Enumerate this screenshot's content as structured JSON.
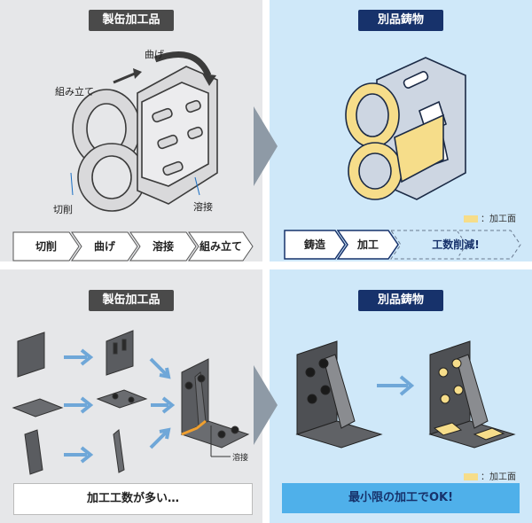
{
  "top": {
    "left_tag": "製缶加工品",
    "right_tag": "別品鋳物",
    "labels": {
      "bend": "曲げ",
      "assemble": "組み立て",
      "cut": "切削",
      "weld": "溶接"
    },
    "left_process": [
      "切削",
      "曲げ",
      "溶接",
      "組み立て"
    ],
    "right_process": [
      "鋳造",
      "加工",
      "工数削減!"
    ],
    "legend": "：加工面"
  },
  "bottom": {
    "left_tag": "製缶加工品",
    "right_tag": "別品鋳物",
    "weld_label": "溶接",
    "left_bar": "加工工数が多い…",
    "right_bar": "最小限の加工でOK!",
    "legend": "：加工面"
  },
  "colors": {
    "panel_gray": "#e6e7e9",
    "panel_blue": "#cfe8f9",
    "tag_navy": "#17326b",
    "machined": "#f6dd8a",
    "arrow_blue": "#6fa7d8"
  }
}
